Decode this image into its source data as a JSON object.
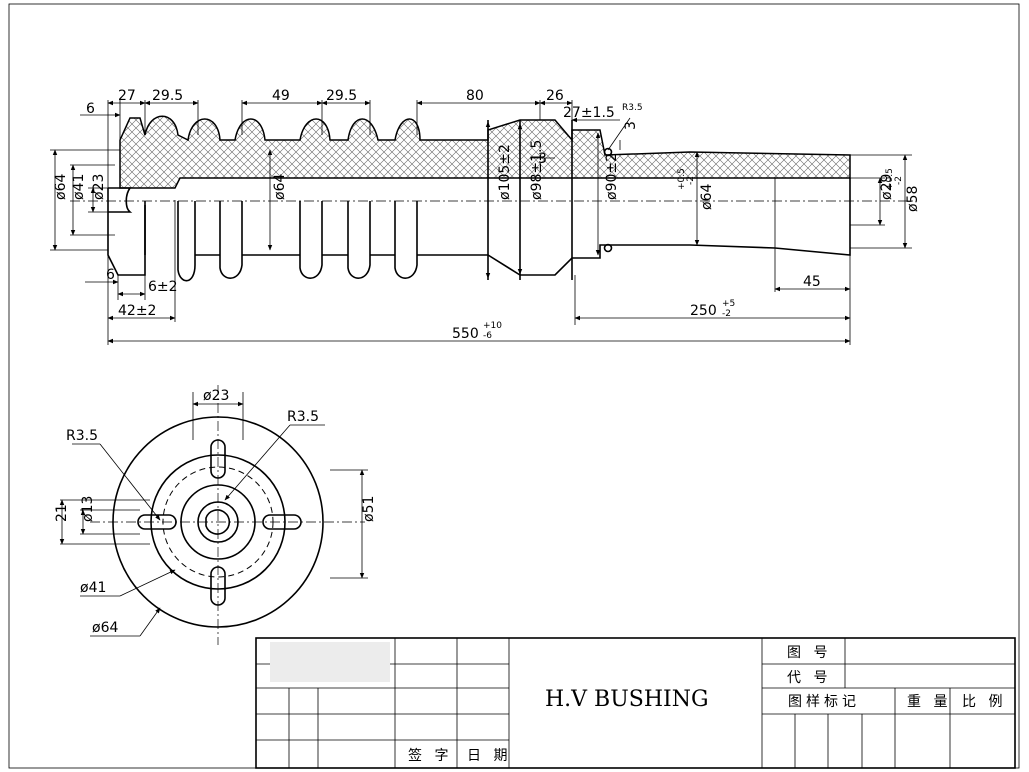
{
  "title_block": {
    "drawing_title": "H.V BUSHING",
    "sign_label": "签 字",
    "date_label": "日 期",
    "drawing_no_label": "图 号",
    "code_label": "代 号",
    "sample_mark_label": "图样标记",
    "weight_label": "重 量",
    "scale_label": "比 例"
  },
  "side_view": {
    "dims_top": [
      "6",
      "27",
      "29.5",
      "49",
      "29.5",
      "80",
      "26",
      "27±1.5",
      "R3.5",
      "3"
    ],
    "dims_small_3": "3",
    "dia_left": [
      "ø64",
      "ø41",
      "ø23"
    ],
    "dia_mid": [
      "ø64",
      "ø105±2",
      "ø98±1.5",
      "ø90±2",
      "ø64"
    ],
    "dia_mid_tol": "+0.5",
    "dia_mid_tol2": "-2",
    "dia_right": [
      "ø29",
      "ø58"
    ],
    "dia_right_tol": "+0.5",
    "dia_right_tol2": "-2",
    "dims_bottom_left": [
      "6",
      "6±2",
      "42±2"
    ],
    "dim_45": "45",
    "dim_250": "250",
    "dim_250_tol_up": "+5",
    "dim_250_tol_dn": "-2",
    "dim_550": "550",
    "dim_550_tol_up": "+10",
    "dim_550_tol_dn": "-6"
  },
  "end_view": {
    "d23": "ø23",
    "r35_left": "R3.5",
    "r35_right": "R3.5",
    "d21": "21",
    "d13": "ø13",
    "d51": "ø51",
    "d41": "ø41",
    "d64": "ø64"
  }
}
